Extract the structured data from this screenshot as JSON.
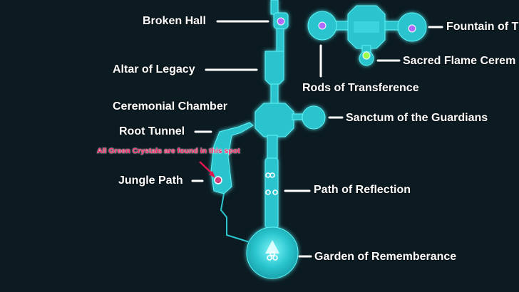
{
  "map": {
    "background_color": "#0c1b22",
    "room_color": "#29c4cf",
    "room_glow_color": "#2ff0f5",
    "marker_color": "#b06cff",
    "annotation_color": "#ff2b6a"
  },
  "labels": {
    "broken_hall": "Broken Hall",
    "fountain": "Fountain of T",
    "sacred_flame": "Sacred Flame Cerem",
    "altar_of_legacy": "Altar of Legacy",
    "rods_of_transference": "Rods of Transference",
    "ceremonial_chamber": "Ceremonial Chamber",
    "sanctum": "Sanctum of the Guardians",
    "root_tunnel": "Root Tunnel",
    "jungle_path": "Jungle Path",
    "path_of_reflection": "Path of Reflection",
    "garden": "Garden of Rememberance"
  },
  "annotation": {
    "green_crystals_note": "All Green Crystals are found in this spot"
  },
  "icons": [
    "purple-crystal-marker-icon",
    "green-flame-marker-icon",
    "ring-marker-icon",
    "triangle-crystal-icon",
    "pointer-arrow-icon"
  ]
}
